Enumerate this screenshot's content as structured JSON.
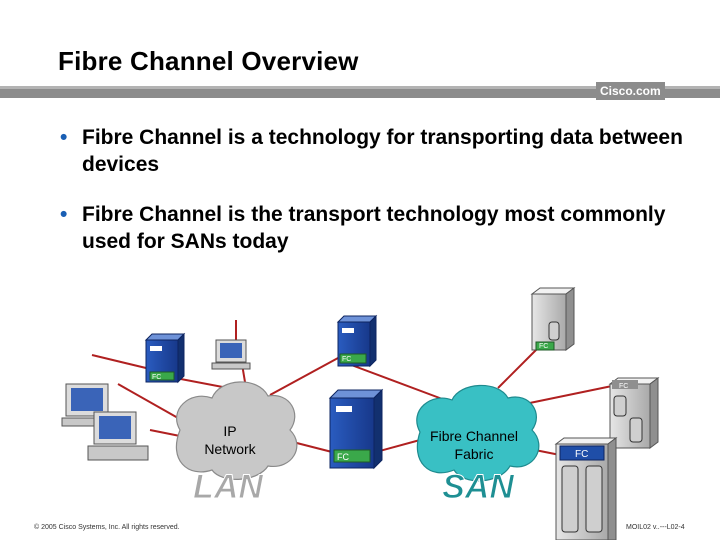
{
  "slide": {
    "title": "Fibre Channel Overview",
    "brand": "Cisco.com",
    "bullets": [
      "Fibre Channel is a technology for transporting data between devices",
      "Fibre Channel is the transport technology most commonly used for SANs today"
    ],
    "footer_left": "© 2005 Cisco Systems, Inc. All rights reserved.",
    "footer_right": "MOIL02 v..---L02-4"
  },
  "diagram": {
    "ip_cloud": {
      "line1": "IP",
      "line2": "Network",
      "watermark": "LAN"
    },
    "fc_cloud": {
      "line1": "Fibre Channel",
      "line2": "Fabric",
      "watermark": "SAN"
    },
    "fc_tag": "FC"
  },
  "colors": {
    "link": "#b02020",
    "ip_cloud": "#c8c8c8",
    "fc_cloud": "#39c0c4",
    "server": "#1f4ea8",
    "fc_tag": "#3aa84a",
    "bullet": "#1a5fb4"
  }
}
